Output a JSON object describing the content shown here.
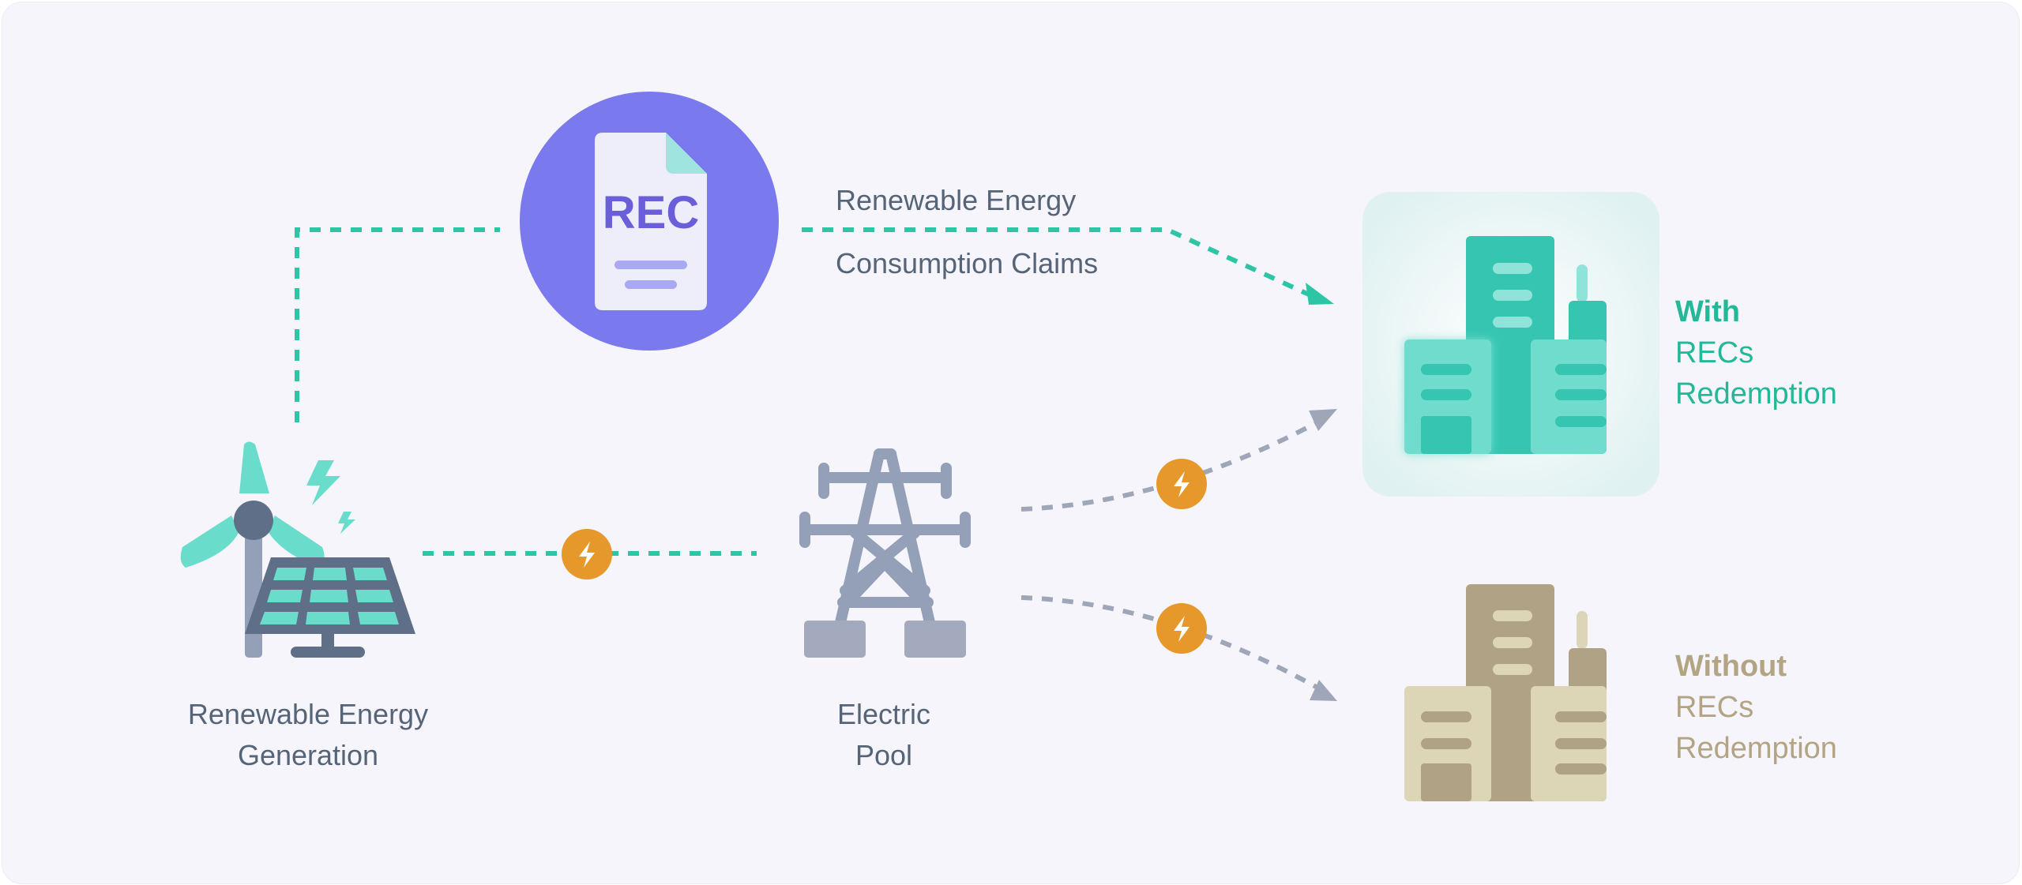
{
  "diagram": {
    "rec_badge": {
      "text": "REC"
    },
    "claims_label": {
      "line1": "Renewable Energy",
      "line2": "Consumption Claims"
    },
    "generation_label": {
      "line1": "Renewable Energy",
      "line2": "Generation"
    },
    "pool_label": {
      "line1": "Electric",
      "line2": "Pool"
    },
    "with_recs": {
      "head": "With",
      "line2": "RECs",
      "line3": "Redemption"
    },
    "without_recs": {
      "head": "Without",
      "line2": "RECs",
      "line3": "Redemption"
    },
    "icons": [
      "rec-document-icon",
      "wind-turbine-icon",
      "solar-panel-icon",
      "lightning-icon",
      "power-tower-icon",
      "building-icon"
    ],
    "colors": {
      "background": "#f5f5fb",
      "rec_circle": "#7a7aee",
      "rec_text": "#6a5fd8",
      "teal_line": "#2ec5a4",
      "grey_line": "#9fa6b8",
      "energy_badge": "#e6992a",
      "with_text": "#22b898",
      "without_text": "#b3a484"
    }
  }
}
